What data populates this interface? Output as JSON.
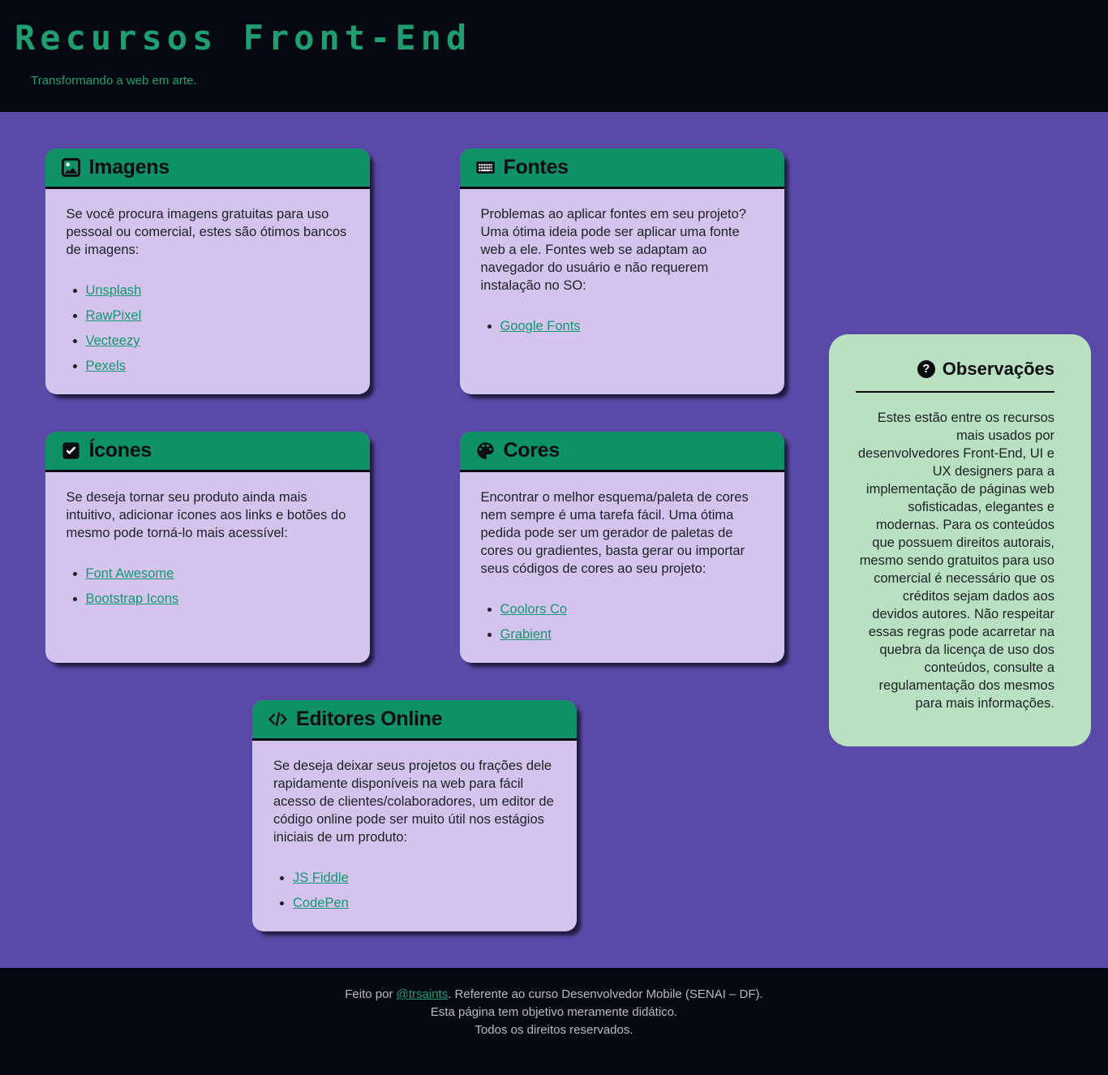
{
  "header": {
    "title": "Recursos Front-End",
    "subtitle": "Transformando a web em arte."
  },
  "cards": [
    {
      "title": "Imagens",
      "icon": "image-icon",
      "text": "Se você procura imagens gratuitas para uso pessoal ou comercial, estes são ótimos bancos de imagens:",
      "links": [
        "Unsplash",
        "RawPixel",
        "Vecteezy",
        "Pexels"
      ]
    },
    {
      "title": "Fontes",
      "icon": "keyboard-icon",
      "text": "Problemas ao aplicar fontes em seu projeto? Uma ótima ideia pode ser aplicar uma fonte web a ele. Fontes web se adaptam ao navegador do usuário e não requerem instalação no SO:",
      "links": [
        "Google Fonts"
      ]
    },
    {
      "title": "Ícones",
      "icon": "checkbox-icon",
      "text": "Se deseja tornar seu produto ainda mais intuitivo, adicionar ícones aos links e botões do mesmo pode torná-lo mais acessível:",
      "links": [
        "Font Awesome",
        "Bootstrap Icons"
      ]
    },
    {
      "title": "Cores",
      "icon": "palette-icon",
      "text": "Encontrar o melhor esquema/paleta de cores nem sempre é uma tarefa fácil. Uma ótima pedida pode ser um gerador de paletas de cores ou gradientes, basta gerar ou importar seus códigos de cores ao seu projeto:",
      "links": [
        "Coolors Co",
        "Grabient"
      ]
    },
    {
      "title": "Editores Online",
      "icon": "code-icon",
      "text": "Se deseja deixar seus projetos ou frações dele rapidamente disponíveis na web para fácil acesso de clientes/colaboradores, um editor de código online pode ser muito útil nos estágios iniciais de um produto:",
      "links": [
        "JS Fiddle",
        "CodePen"
      ]
    }
  ],
  "notes": {
    "icon": "help-icon",
    "badge": "?",
    "title": "Observações",
    "text": "Estes estão entre os recursos mais usados por desenvolvedores Front-End, UI e UX designers para a implementação de páginas web sofisticadas, elegantes e modernas. Para os conteúdos que possuem direitos autorais, mesmo sendo gratuitos para uso comercial é necessário que os créditos sejam dados aos devidos autores. Não respeitar essas regras pode acarretar na quebra da licença de uso dos conteúdos, consulte a regulamentação dos mesmos para mais informações."
  },
  "footer": {
    "line1_prefix": "Feito por ",
    "link_label": "@trsaints",
    "line1_suffix": ". Referente ao curso Desenvolvedor Mobile (SENAI – DF).",
    "line2": "Esta página tem objetivo meramente didático.",
    "line3": "Todos os direitos reservados."
  },
  "colors": {
    "page_background": "#5b49a8",
    "header_footer_background": "#040911",
    "title_green": "#1f9e71",
    "card_header_green": "#0e9166",
    "card_body_lavender": "#d3c3ed",
    "notes_green": "#b9e0c1",
    "link_green": "#13986e",
    "footer_text": "#b8bcc0"
  }
}
